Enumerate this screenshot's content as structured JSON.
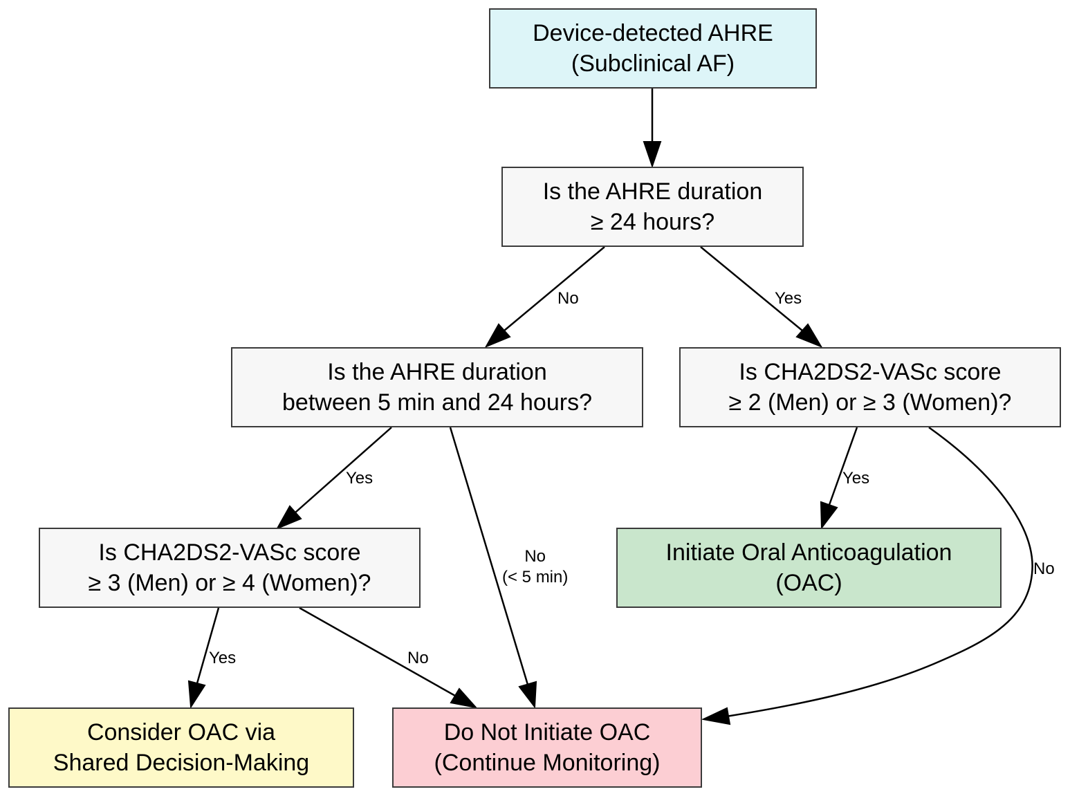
{
  "colors": {
    "start": "#ddf5f8",
    "decision": "#f7f7f7",
    "initiate": "#c9e6cc",
    "consider": "#fef9c8",
    "do_not": "#fcced3",
    "border": "#3a3a3a",
    "arrow": "#000000"
  },
  "nodes": {
    "start": {
      "line1": "Device-detected AHRE",
      "line2": "(Subclinical AF)"
    },
    "q1": {
      "line1": "Is the AHRE duration",
      "line2": "≥ 24 hours?"
    },
    "q2": {
      "line1": "Is the AHRE duration",
      "line2": "between 5 min and 24 hours?"
    },
    "q3": {
      "line1": "Is CHA2DS2-VASc score",
      "line2": "≥ 2 (Men) or ≥ 3 (Women)?"
    },
    "q4": {
      "line1": "Is CHA2DS2-VASc score",
      "line2": "≥ 3 (Men) or ≥ 4 (Women)?"
    },
    "initiate": {
      "line1": "Initiate Oral Anticoagulation",
      "line2": "(OAC)"
    },
    "consider": {
      "line1": "Consider OAC via",
      "line2": "Shared Decision-Making"
    },
    "do_not": {
      "line1": "Do Not Initiate OAC",
      "line2": "(Continue Monitoring)"
    }
  },
  "edges": {
    "q1_no": "No",
    "q1_yes": "Yes",
    "q2_yes": "Yes",
    "q2_no_line1": "No",
    "q2_no_line2": "(< 5 min)",
    "q3_yes": "Yes",
    "q3_no": "No",
    "q4_yes": "Yes",
    "q4_no": "No"
  }
}
